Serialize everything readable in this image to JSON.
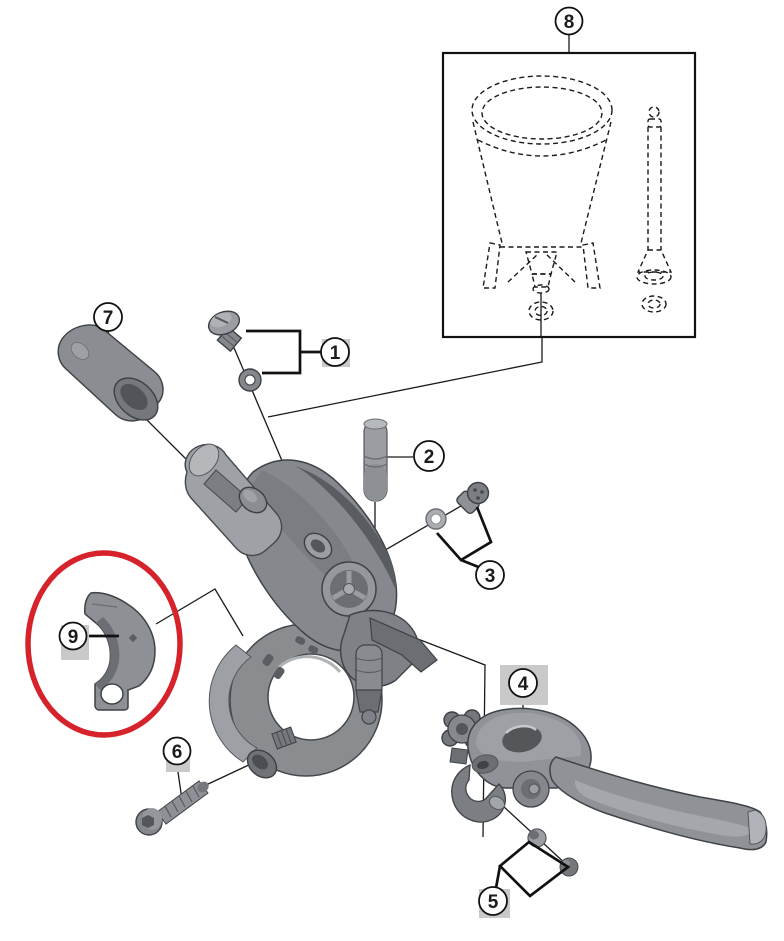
{
  "diagram": {
    "type": "exploded-parts-diagram",
    "callouts": [
      {
        "label": "1",
        "boxed": true
      },
      {
        "label": "2",
        "boxed": false
      },
      {
        "label": "3",
        "boxed": false
      },
      {
        "label": "4",
        "boxed": true
      },
      {
        "label": "5",
        "boxed": true
      },
      {
        "label": "6",
        "boxed": true
      },
      {
        "label": "7",
        "boxed": false
      },
      {
        "label": "8",
        "boxed": false
      },
      {
        "label": "9",
        "boxed": true
      }
    ],
    "highlighted_callout": "9",
    "colors": {
      "highlight_ring": "#d6232b",
      "callout_bg": "#c9c9c9",
      "line": "#1a1a1a"
    }
  }
}
